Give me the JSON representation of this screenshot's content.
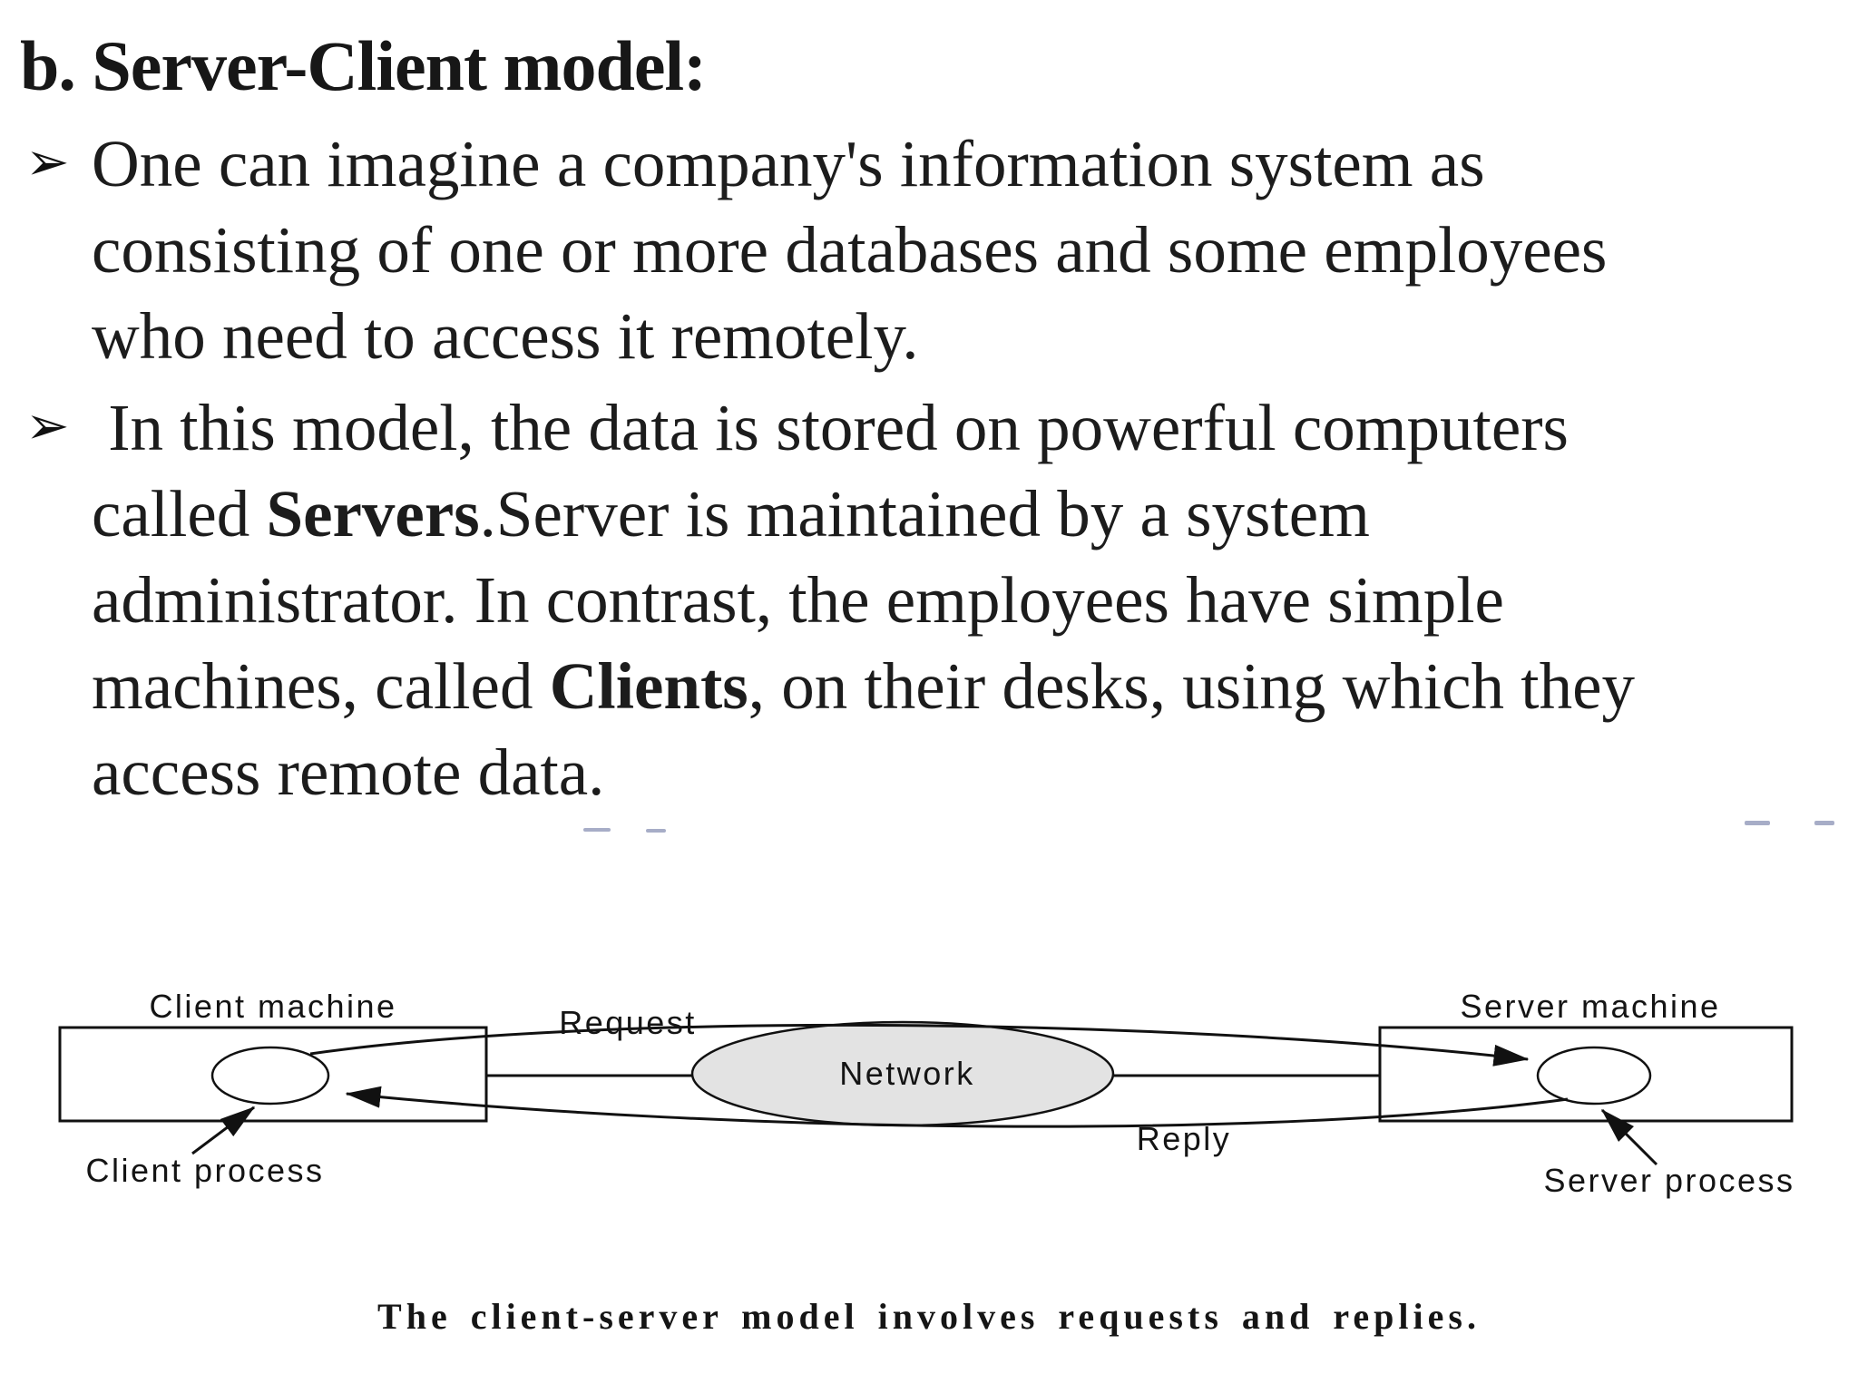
{
  "title": "b. Server-Client model:",
  "bullets": [
    {
      "marker": "➢",
      "lines": [
        [
          "One can imagine a company's information system as"
        ],
        [
          "consisting of one or more databases and some employees"
        ],
        [
          "who need to access it remotely."
        ]
      ]
    },
    {
      "marker": "➢",
      "lines": [
        [
          " In this model, the data is stored on powerful computers"
        ],
        [
          "called ",
          {
            "b": "Servers"
          },
          ".Server is maintained by a system"
        ],
        [
          "administrator. In contrast, the employees have simple"
        ],
        [
          "machines, called ",
          {
            "b": "Clients"
          },
          ", on their desks, using which they"
        ],
        [
          "access remote data."
        ]
      ]
    }
  ],
  "diagram": {
    "client_machine_label": "Client machine",
    "client_process_label": "Client process",
    "server_machine_label": "Server machine",
    "server_process_label": "Server process",
    "network_label": "Network",
    "request_label": "Request",
    "reply_label": "Reply",
    "network_fill": "#e3e3e3",
    "ink_color": "#111111",
    "caption": "The client-server model involves requests and replies."
  }
}
